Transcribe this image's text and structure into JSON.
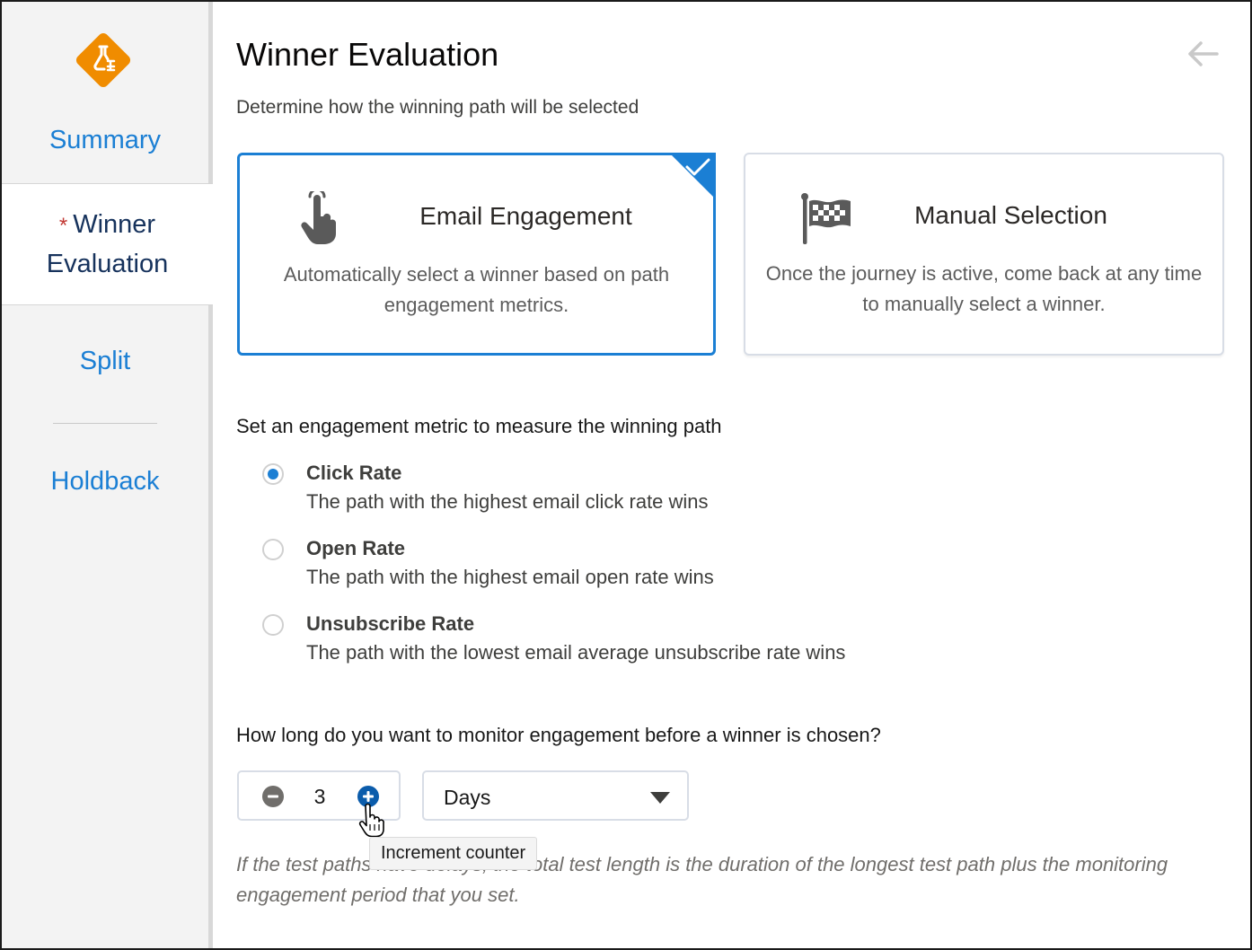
{
  "sidebar": {
    "items": [
      {
        "label": "Summary"
      },
      {
        "label": "Winner",
        "label2": "Evaluation",
        "required_mark": "*"
      },
      {
        "label": "Split"
      },
      {
        "label": "Holdback"
      }
    ]
  },
  "main": {
    "title": "Winner Evaluation",
    "subtitle": "Determine how the winning path will be selected",
    "cards": [
      {
        "title": "Email Engagement",
        "description": "Automatically select a winner based on path engagement metrics.",
        "selected": true
      },
      {
        "title": "Manual Selection",
        "description": "Once the journey is active, come back at any time to manually select a winner.",
        "selected": false
      }
    ],
    "metric_label": "Set an engagement metric to measure the winning path",
    "metrics": [
      {
        "title": "Click Rate",
        "description": "The path with the highest email click rate wins",
        "checked": true
      },
      {
        "title": "Open Rate",
        "description": "The path with the highest email open rate wins",
        "checked": false
      },
      {
        "title": "Unsubscribe Rate",
        "description": "The path with the lowest email average unsubscribe rate wins",
        "checked": false
      }
    ],
    "monitor_label": "How long do you want to monitor engagement before a winner is chosen?",
    "counter_value": "3",
    "unit_selected": "Days",
    "tooltip": "Increment counter",
    "note": "If the test paths have delays, the total test length is the duration of the longest test path plus the monitoring engagement period that you set."
  },
  "colors": {
    "accent": "#1b7fd4",
    "logo": "#f08c00",
    "nav_active_text": "#16325c",
    "required": "#c23934"
  },
  "icons": [
    "flask-icon",
    "back-arrow-icon",
    "checkmark-icon",
    "touch-hand-icon",
    "checkered-flag-icon",
    "minus-circle-icon",
    "plus-circle-icon",
    "caret-down-icon",
    "pointer-hand-cursor"
  ]
}
